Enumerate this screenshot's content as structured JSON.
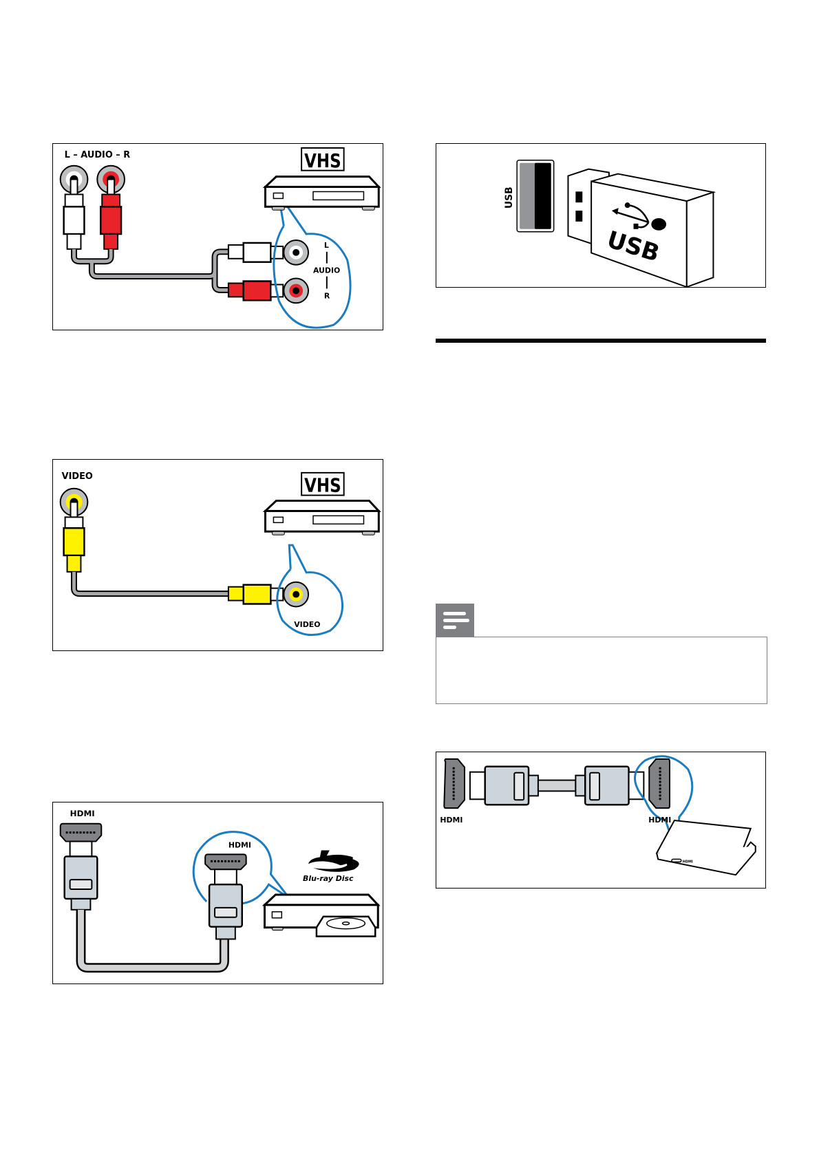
{
  "diagrams": {
    "audio_vhs": {
      "tv_label": "L – AUDIO – R",
      "logo": "VHS",
      "device_port_labels": {
        "left": "L",
        "center": "AUDIO",
        "right": "R"
      }
    },
    "video_vhs": {
      "tv_label": "VIDEO",
      "logo": "VHS",
      "device_port_label": "VIDEO"
    },
    "hdmi_bluray": {
      "tv_label": "HDMI",
      "device_port_label": "HDMI",
      "logo_text": "Blu-ray Disc"
    },
    "usb": {
      "tv_label": "USB",
      "stick_label": "USB"
    },
    "hdmi_laptop": {
      "tv_label": "HDMI",
      "device_port_label": "HDMI",
      "laptop_port_text": "HDMI"
    }
  },
  "note": {
    "icon": "note-lines-icon",
    "text": ""
  },
  "colors": {
    "callout_blue": "#1a7cc1",
    "rca_red": "#e8242a",
    "rca_yellow": "#fff200",
    "rca_white": "#ffffff",
    "cable_gray": "#a7a9ac",
    "hdmi_body": "#ccd5dc",
    "note_gray": "#7f8084"
  }
}
